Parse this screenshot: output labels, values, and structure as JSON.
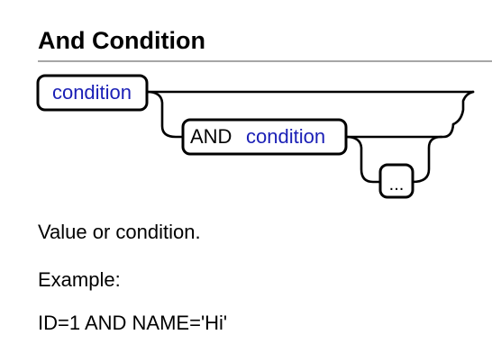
{
  "heading": "And Condition",
  "diagram": {
    "first_token": "condition",
    "and_keyword": "AND",
    "and_link": "condition",
    "repeat_token": "..."
  },
  "description": "Value or condition.",
  "example_label": "Example:",
  "example_code": "ID=1 AND NAME='Hi'",
  "colors": {
    "link": "#1a1fb6",
    "rule": "#a6a6a6"
  }
}
